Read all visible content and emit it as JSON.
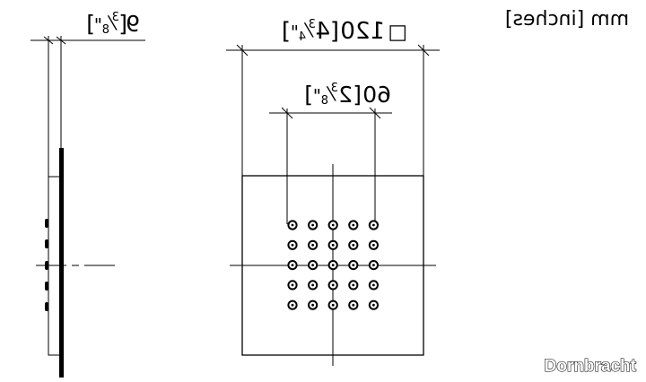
{
  "units_label": "mm [inches]",
  "brand": "Dornbracht",
  "dimensions": {
    "depth": {
      "value": "9",
      "inch_num": "3",
      "inch_den": "8"
    },
    "width": {
      "value": "120",
      "whole": "4",
      "inch_num": "3",
      "inch_den": "4",
      "symbol": "□"
    },
    "nozzle_spacing": {
      "value": "60",
      "whole": "2",
      "inch_num": "3",
      "inch_den": "8"
    }
  },
  "nozzle_grid": {
    "rows": 5,
    "cols": 5
  }
}
